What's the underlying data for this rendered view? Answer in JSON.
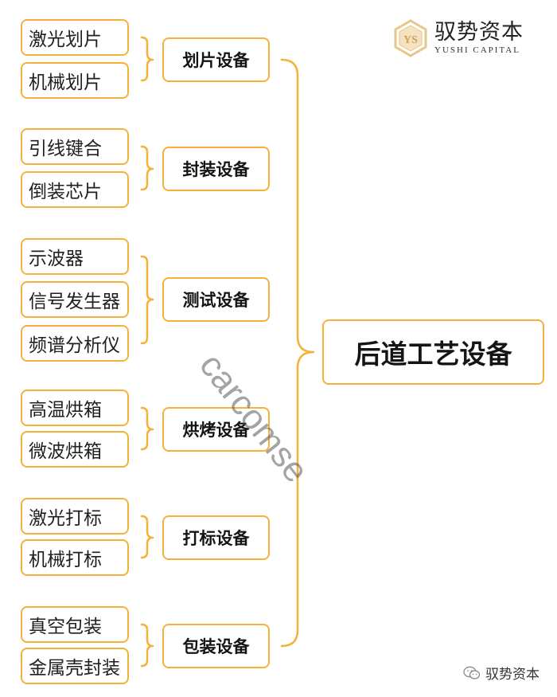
{
  "brand": {
    "name_cn": "驭势资本",
    "name_en": "YUSHI CAPITAL",
    "logo_icon": "ys-hexagon-logo-icon",
    "accent": "#E8C68A"
  },
  "diagram": {
    "root": "后道工艺设备",
    "line_color": "#F5B23B",
    "categories": [
      {
        "label": "划片设备",
        "items": [
          "激光划片",
          "机械划片"
        ]
      },
      {
        "label": "封装设备",
        "items": [
          "引线键合",
          "倒装芯片"
        ]
      },
      {
        "label": "测试设备",
        "items": [
          "示波器",
          "信号发生器",
          "频谱分析仪"
        ]
      },
      {
        "label": "烘烤设备",
        "items": [
          "高温烘箱",
          "微波烘箱"
        ]
      },
      {
        "label": "打标设备",
        "items": [
          "激光打标",
          "机械打标"
        ]
      },
      {
        "label": "包装设备",
        "items": [
          "真空包装",
          "金属壳封装"
        ]
      }
    ]
  },
  "watermark": "carcomse",
  "footer": {
    "icon": "wechat-icon",
    "text": "驭势资本"
  }
}
